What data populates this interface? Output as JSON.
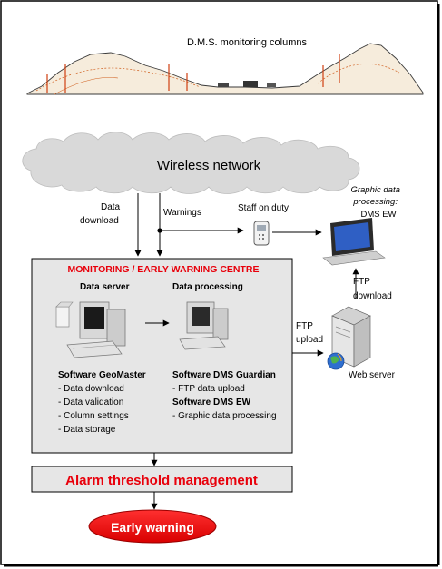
{
  "top": {
    "title": "D.M.S. monitoring columns"
  },
  "network": {
    "label": "Wireless network"
  },
  "flows": {
    "data_download": [
      "Data",
      "download"
    ],
    "warnings": "Warnings",
    "staff": "Staff on duty",
    "graphic_processing": [
      "Graphic data",
      "processing:",
      "DMS EW"
    ],
    "ftp_download": [
      "FTP",
      "download"
    ],
    "ftp_upload": [
      "FTP",
      "upload"
    ],
    "web_server": "Web server"
  },
  "centre": {
    "title": "MONITORING / EARLY WARNING CENTRE",
    "data_server": {
      "heading": "Data server",
      "software": "Software GeoMaster",
      "items": [
        "- Data download",
        "- Data validation",
        "- Column settings",
        "- Data storage"
      ]
    },
    "data_processing": {
      "heading": "Data processing",
      "software1": "Software DMS Guardian",
      "items1": [
        "- FTP data upload"
      ],
      "software2": "Software DMS EW",
      "items2": [
        "- Graphic data processing"
      ]
    }
  },
  "alarm": {
    "label": "Alarm threshold  management"
  },
  "early_warning": {
    "label": "Early warning"
  },
  "colors": {
    "accent_red": "#e8000b",
    "box_fill": "#e6e6e6",
    "cloud_fill": "#d9d9d9",
    "mountain_fill": "#f4e9d6"
  }
}
